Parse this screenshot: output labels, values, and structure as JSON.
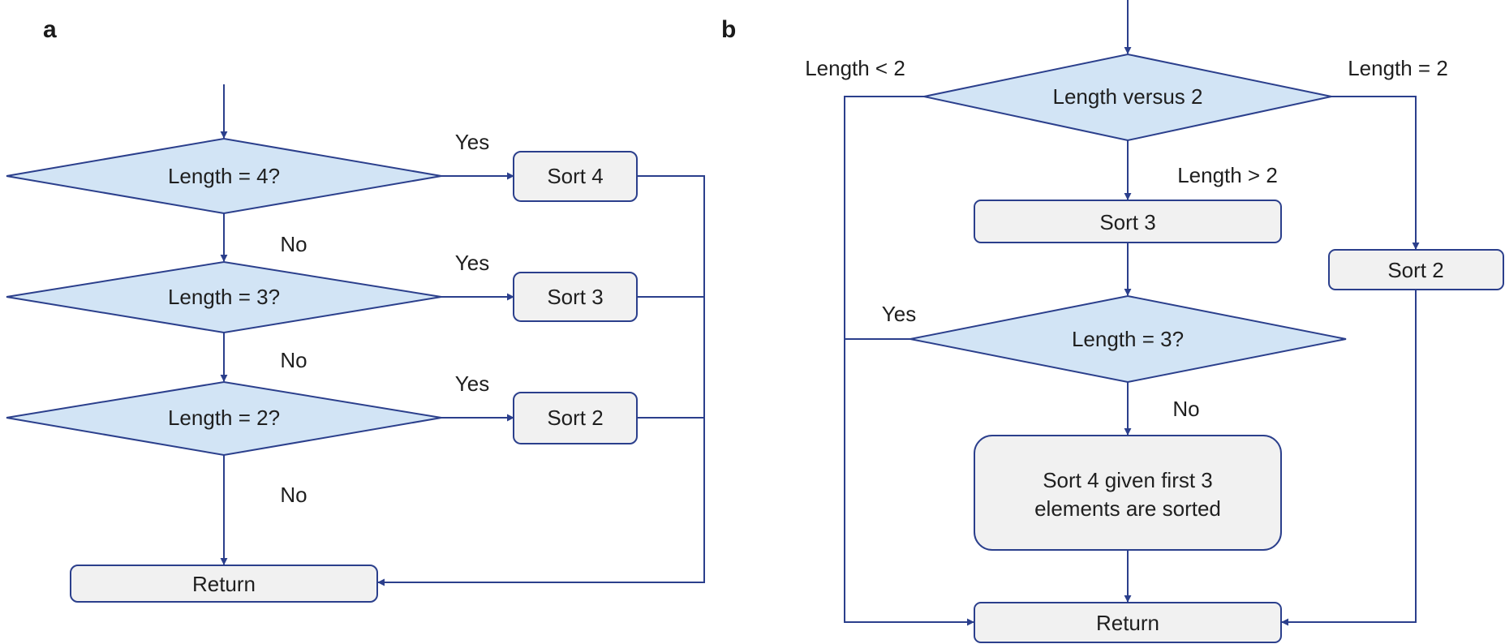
{
  "panels": {
    "a": {
      "label": "a",
      "nodes": {
        "d4": "Length = 4?",
        "d3": "Length = 3?",
        "d2": "Length = 2?",
        "s4": "Sort 4",
        "s3": "Sort 3",
        "s2": "Sort 2",
        "ret": "Return"
      },
      "edges": {
        "yes1": "Yes",
        "yes2": "Yes",
        "yes3": "Yes",
        "no1": "No",
        "no2": "No",
        "no3": "No"
      }
    },
    "b": {
      "label": "b",
      "nodes": {
        "dv": "Length versus 2",
        "s3": "Sort 3",
        "s2": "Sort 2",
        "d3": "Length = 3?",
        "s4_line1": "Sort 4 given first 3",
        "s4_line2": "elements are sorted",
        "ret": "Return"
      },
      "edges": {
        "lt2": "Length < 2",
        "eq2": "Length = 2",
        "gt2": "Length > 2",
        "yes": "Yes",
        "no": "No"
      }
    }
  },
  "colors": {
    "diamond_fill": "#d2e4f5",
    "box_fill": "#f1f1f1",
    "line": "#2b3f8c"
  }
}
